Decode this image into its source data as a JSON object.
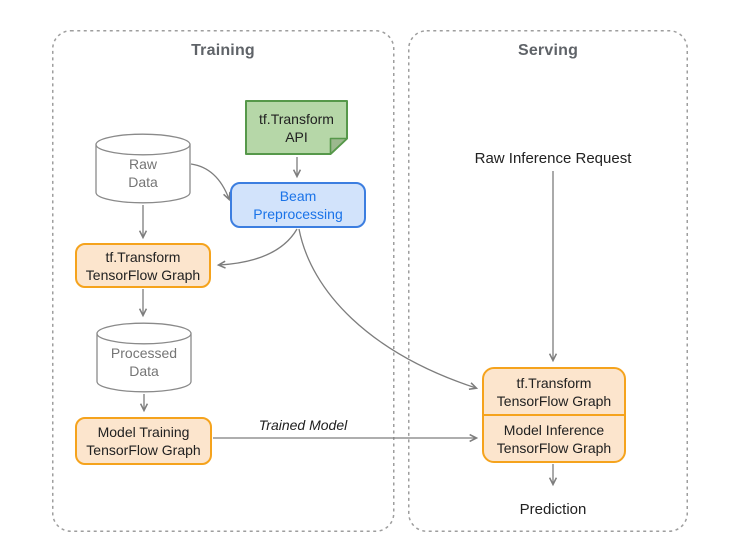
{
  "sections": {
    "training": {
      "title": "Training"
    },
    "serving": {
      "title": "Serving"
    }
  },
  "nodes": {
    "tf_transform_api": {
      "label": "tf.Transform\nAPI"
    },
    "beam_preprocessing": {
      "label": "Beam\nPreprocessing"
    },
    "raw_data": {
      "label": "Raw\nData"
    },
    "tf_transform_graph_training": {
      "label": "tf.Transform\nTensorFlow Graph"
    },
    "processed_data": {
      "label": "Processed\nData"
    },
    "model_training_graph": {
      "label": "Model Training\nTensorFlow Graph"
    },
    "tf_transform_graph_serving": {
      "label": "tf.Transform\nTensorFlow Graph"
    },
    "model_inference_graph": {
      "label": "Model Inference\nTensorFlow Graph"
    }
  },
  "labels": {
    "raw_inference_request": "Raw Inference Request",
    "trained_model": "Trained Model",
    "prediction": "Prediction"
  },
  "colors": {
    "note_fill": "#b6d7a8",
    "note_border": "#56984a",
    "note_fold": "#9cb88e",
    "process_fill": "#d2e3fb",
    "process_border": "#3c7ee0",
    "process_text": "#1a73e8",
    "graph_fill": "#fce5cd",
    "graph_border": "#f5a31d",
    "datastore_border": "#8a8a8a",
    "datastore_text": "#757575",
    "connector": "#7d7d7d",
    "container_border": "#9e9e9e",
    "section_title": "#5f6368",
    "text_dark": "#212121"
  }
}
